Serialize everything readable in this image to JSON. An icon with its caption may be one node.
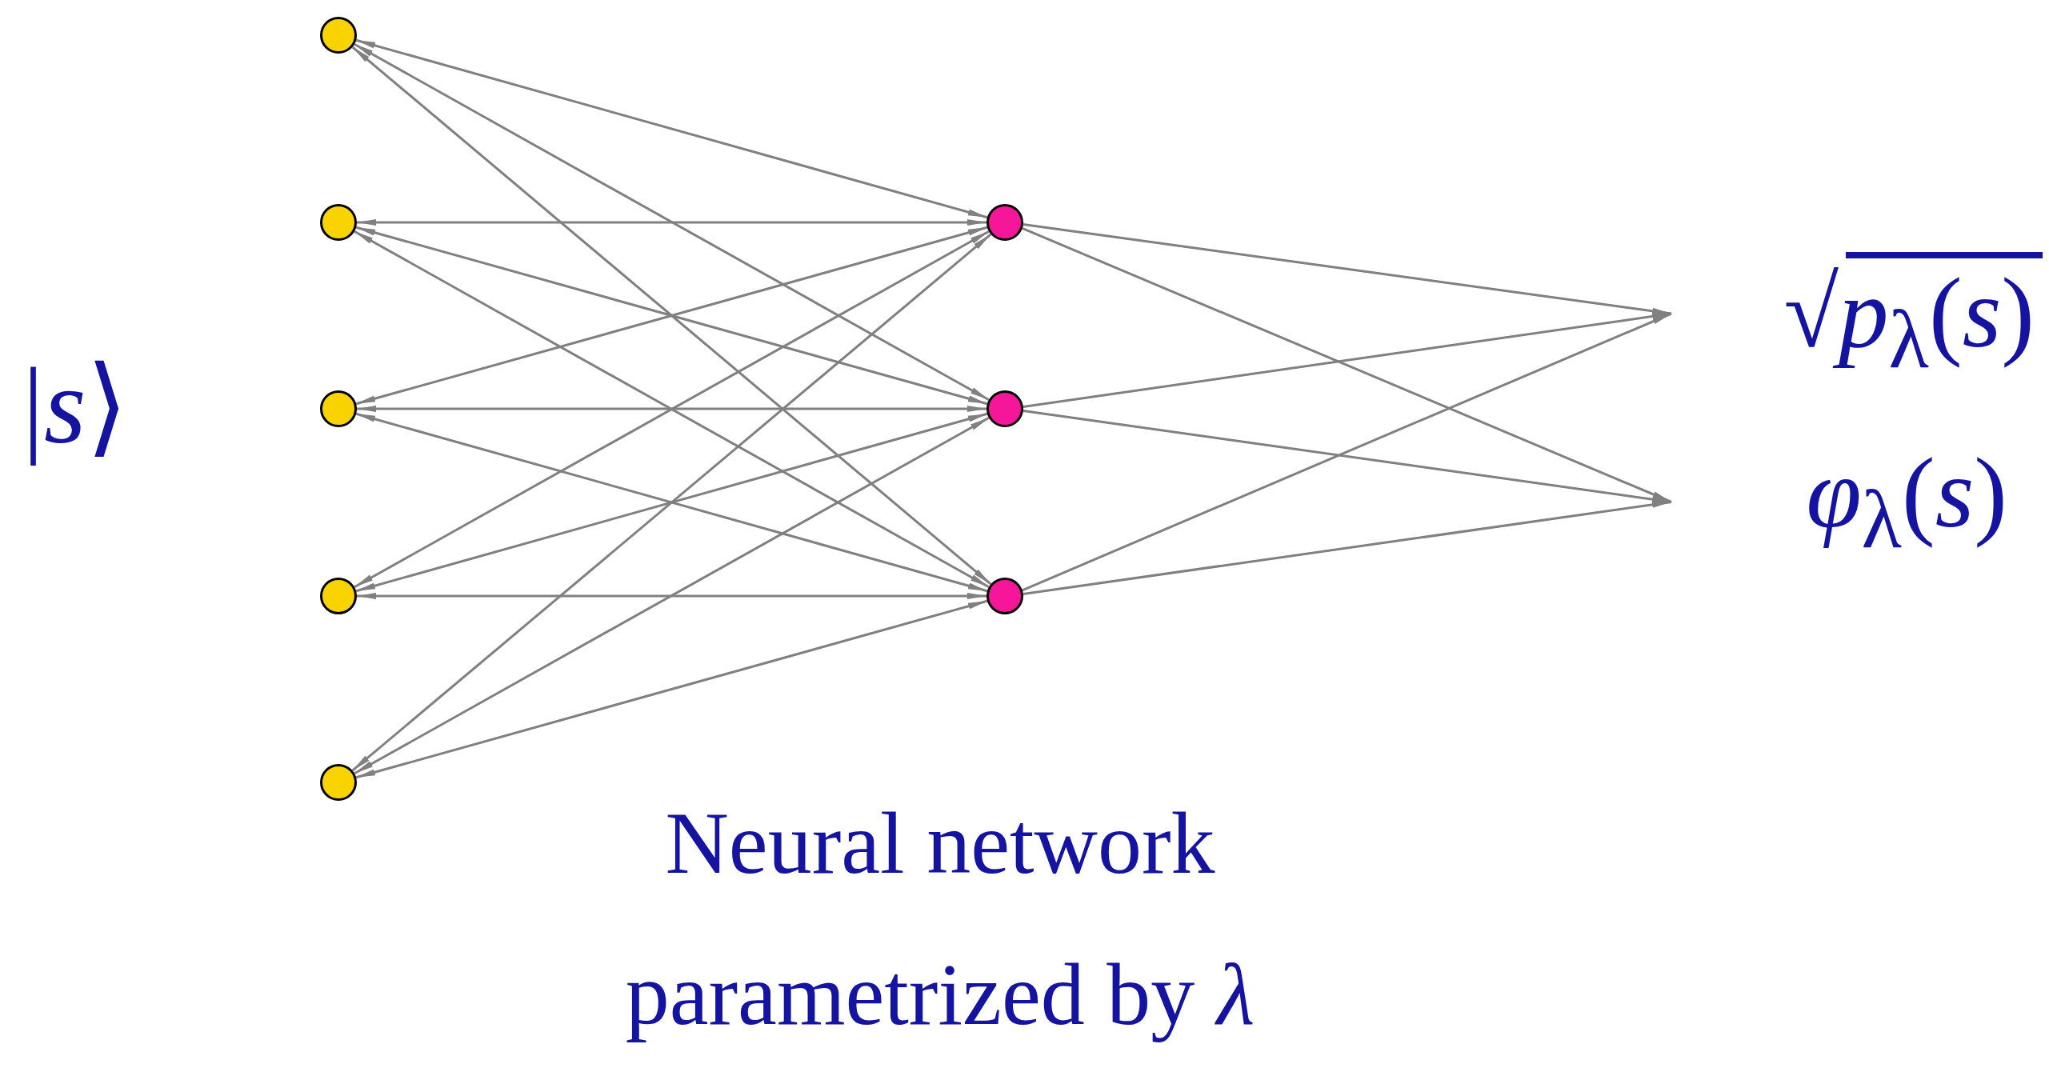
{
  "diagram": {
    "nodes": [
      {
        "text": [],
        "shape": "circle"
      },
      {
        "text": [],
        "shape": "circle"
      },
      {
        "text": [],
        "shape": "circle"
      },
      {
        "text": [],
        "shape": "circle"
      },
      {
        "text": [],
        "shape": "circle"
      },
      {
        "text": [],
        "shape": "circle"
      },
      {
        "text": [],
        "shape": "circle"
      },
      {
        "text": [],
        "shape": "circle"
      },
      {
        "text": [
          "√*p*$_{λ}$(*s*)"
        ]
      },
      {
        "text": [
          "*φ*$_{λ}$(*s*)"
        ]
      }
    ],
    "edges": [
      {
        "from": 0,
        "to": 5,
        "arrow": "both"
      },
      {
        "from": 0,
        "to": 6,
        "arrow": "both"
      },
      {
        "from": 0,
        "to": 7,
        "arrow": "both"
      },
      {
        "from": 1,
        "to": 5,
        "arrow": "both"
      },
      {
        "from": 1,
        "to": 6,
        "arrow": "both"
      },
      {
        "from": 1,
        "to": 7,
        "arrow": "both"
      },
      {
        "from": 2,
        "to": 5,
        "arrow": "both"
      },
      {
        "from": 2,
        "to": 6,
        "arrow": "both"
      },
      {
        "from": 2,
        "to": 7,
        "arrow": "both"
      },
      {
        "from": 3,
        "to": 5,
        "arrow": "both"
      },
      {
        "from": 3,
        "to": 6,
        "arrow": "both"
      },
      {
        "from": 3,
        "to": 7,
        "arrow": "both"
      },
      {
        "from": 4,
        "to": 5,
        "arrow": "both"
      },
      {
        "from": 4,
        "to": 6,
        "arrow": "both"
      },
      {
        "from": 4,
        "to": 7,
        "arrow": "both"
      },
      {
        "from": 5,
        "to": 8,
        "arrow": "to"
      },
      {
        "from": 5,
        "to": 9,
        "arrow": "to"
      },
      {
        "from": 6,
        "to": 8,
        "arrow": "to"
      },
      {
        "from": 6,
        "to": 9,
        "arrow": "to"
      },
      {
        "from": 7,
        "to": 8,
        "arrow": "to"
      },
      {
        "from": 7,
        "to": 9,
        "arrow": "to"
      }
    ],
    "labels": [
      "|*s*⟩",
      "Neural network parametrized by *λ*"
    ]
  }
}
